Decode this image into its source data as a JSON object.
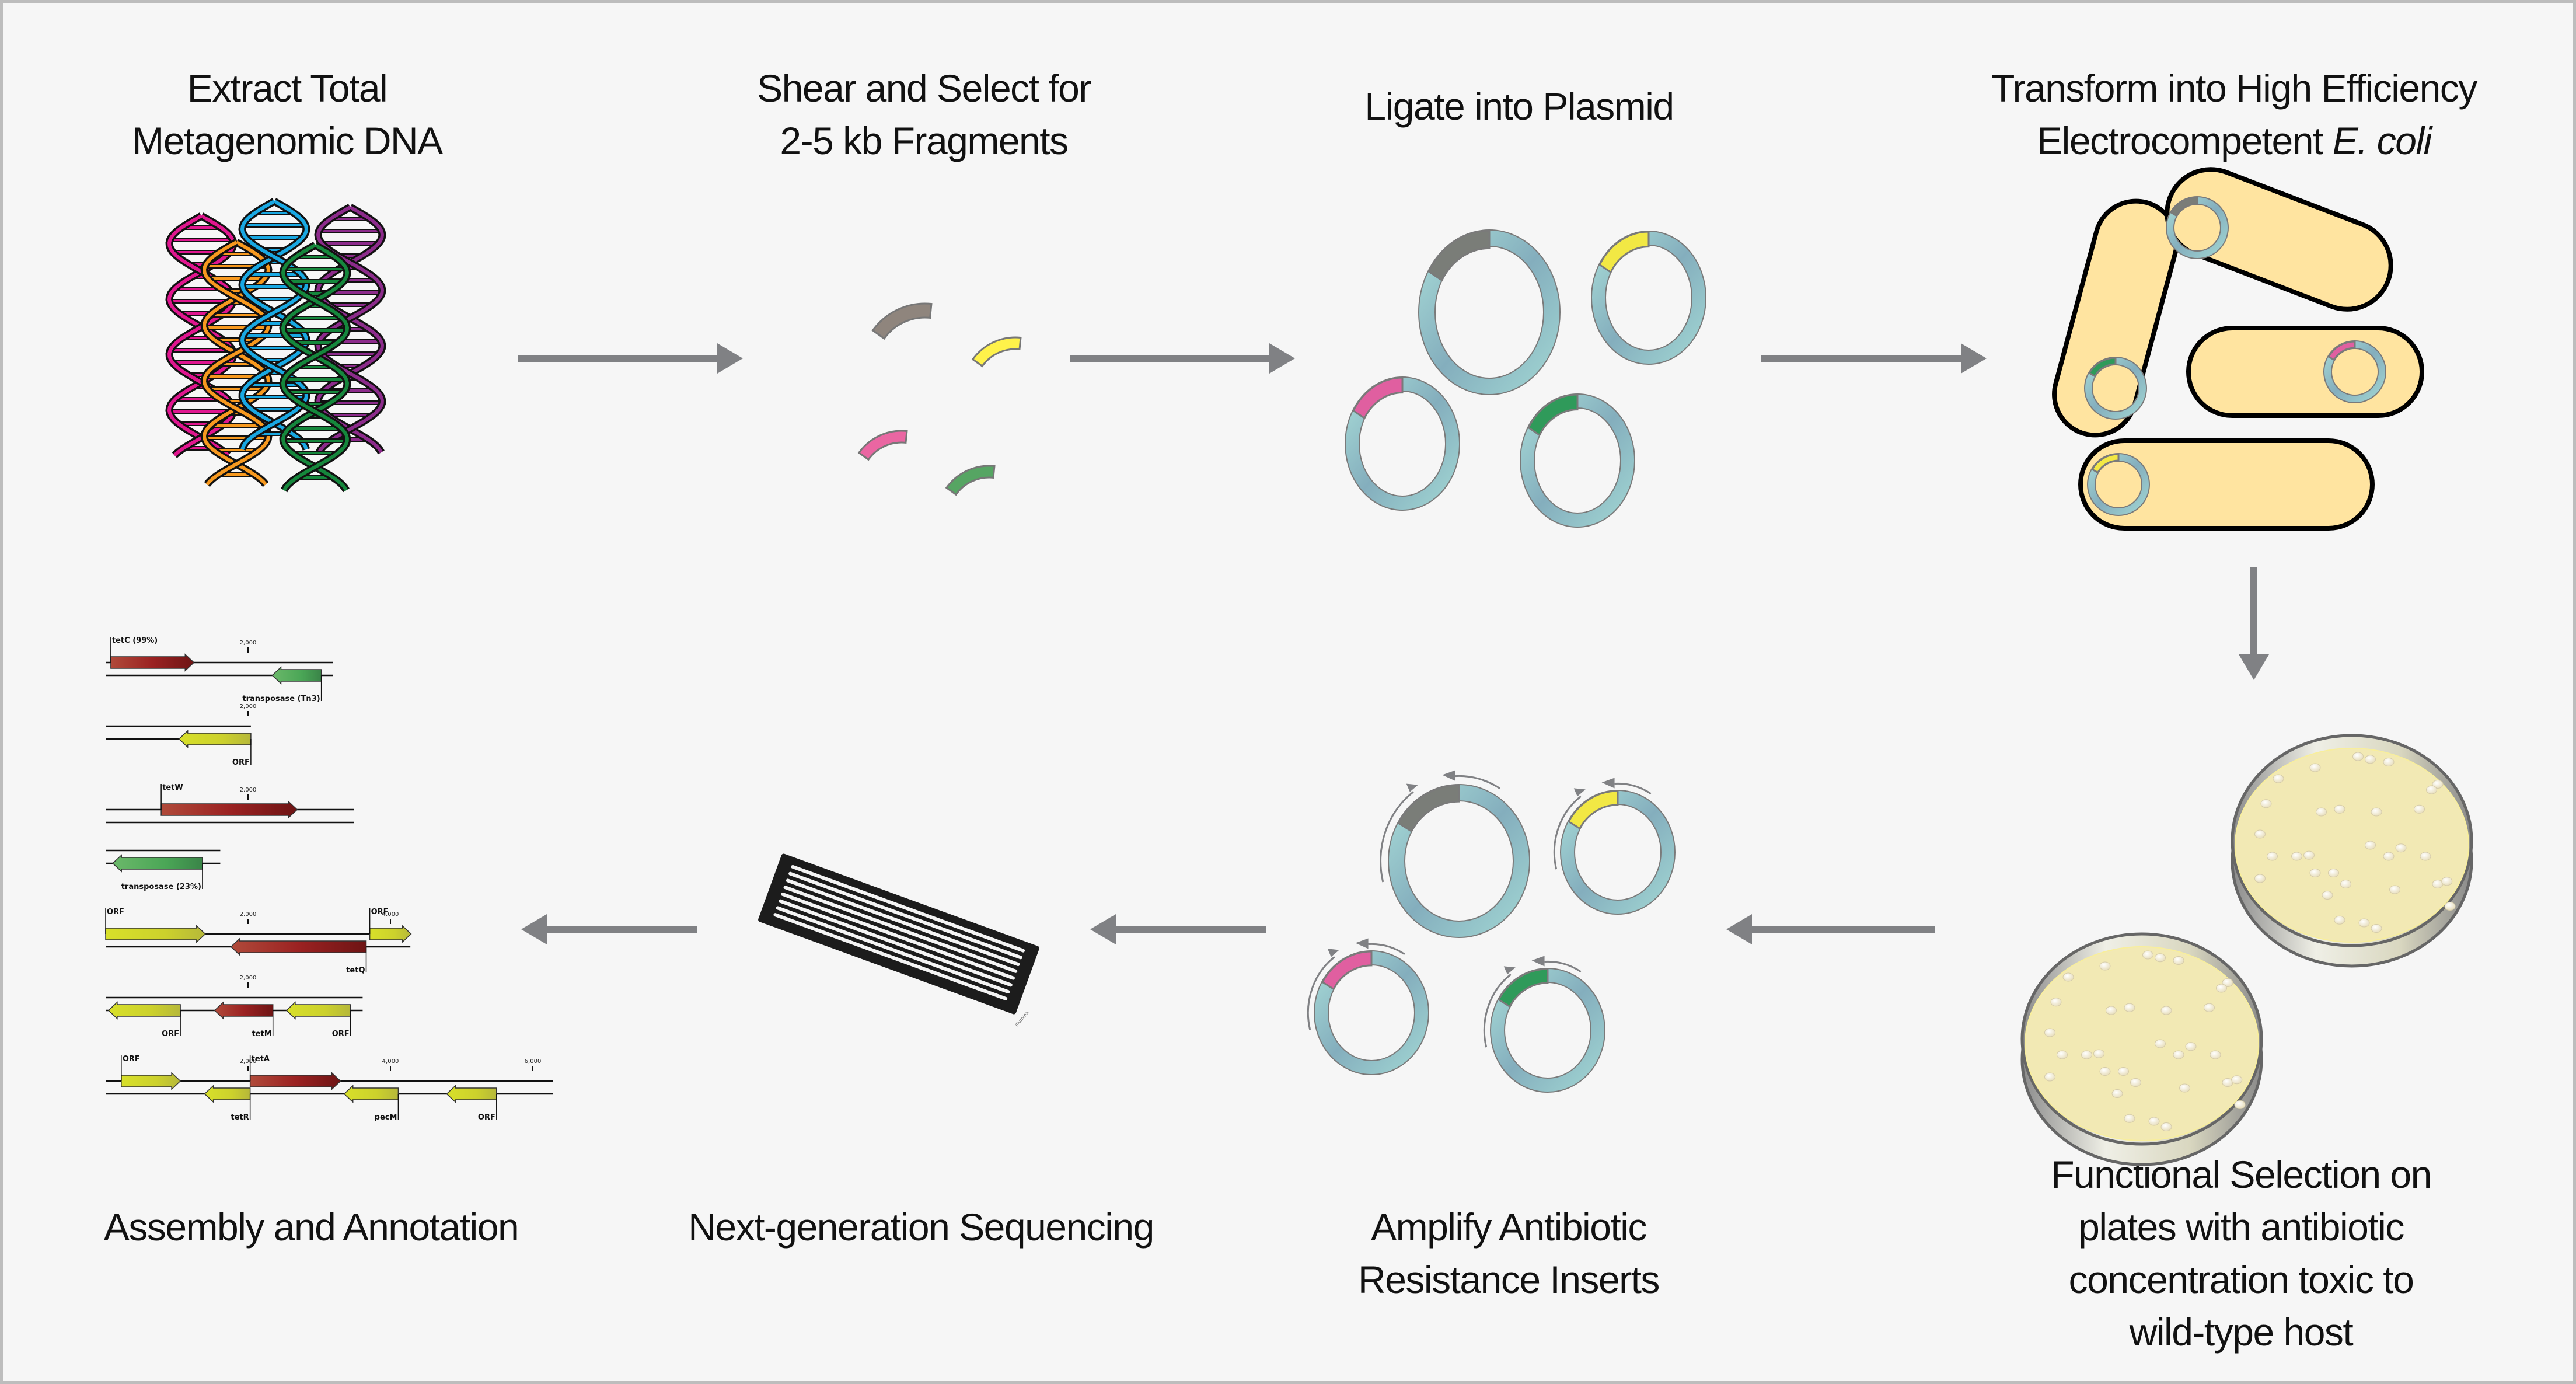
{
  "colors": {
    "background": "#f6f6f6",
    "frame": "#bdbdbd",
    "flow_arrow": "#808184",
    "plasmid_backbone": "#8fc2c8",
    "plasmid_outline": "#7a7a7a",
    "cell_fill": "#ffe4a0",
    "cell_outline": "#000000",
    "agar": "#f2e9b4",
    "colony": "#fbf6e6",
    "gene_resistance": "#9b2222",
    "gene_orf": "#cfd22a",
    "gene_transposase": "#4aa656",
    "chip_body": "#1c1c1c",
    "chip_lane": "#f4f4f4"
  },
  "inserts": [
    {
      "name": "gray",
      "color": "#7a7d78"
    },
    {
      "name": "yellow",
      "color": "#f2e844"
    },
    {
      "name": "pink",
      "color": "#e05fa0"
    },
    {
      "name": "green",
      "color": "#2f9a5a"
    }
  ],
  "fragment_colors": [
    "#8f857d",
    "#fff24a",
    "#ea66a2",
    "#56a563"
  ],
  "dna_strand_colors": [
    "#e0168f",
    "#f7991f",
    "#19a8e2",
    "#15873c",
    "#8c2b8b"
  ],
  "steps": [
    {
      "id": "extract",
      "lines": [
        "Extract Total",
        "Metagenomic DNA"
      ]
    },
    {
      "id": "shear",
      "lines": [
        "Shear and Select for",
        "2-5 kb Fragments"
      ]
    },
    {
      "id": "ligate",
      "lines": [
        "Ligate into Plasmid"
      ]
    },
    {
      "id": "transform",
      "lines": [
        "Transform into High Efficiency",
        "Electrocompetent"
      ],
      "italic_suffix": "E. coli"
    },
    {
      "id": "select",
      "lines": [
        "Functional Selection on",
        "plates with antibiotic",
        "concentration toxic to",
        "wild-type host"
      ]
    },
    {
      "id": "amplify",
      "lines": [
        "Amplify Antibiotic",
        "Resistance Inserts"
      ]
    },
    {
      "id": "sequence",
      "lines": [
        "Next-generation Sequencing"
      ]
    },
    {
      "id": "assemble",
      "lines": [
        "Assembly and Annotation"
      ]
    }
  ],
  "annotation": {
    "tick_format": "comma",
    "tracks": [
      {
        "length_bp": 3190,
        "ticks": [
          2000
        ],
        "genes": [
          {
            "label": "tetC (99%)",
            "type": "resistance",
            "strand": "+",
            "start": 73,
            "end": 1240,
            "label_pos": "above-start"
          },
          {
            "label": "transposase (Tn3)",
            "type": "transposase",
            "strand": "-",
            "start": 2340,
            "end": 3030,
            "label_pos": "below-end"
          }
        ]
      },
      {
        "length_bp": 2040,
        "ticks": [
          2000
        ],
        "genes": [
          {
            "label": "ORF",
            "type": "orf",
            "strand": "-",
            "start": 1030,
            "end": 2040,
            "label_pos": "below-end"
          }
        ]
      },
      {
        "length_bp": 3490,
        "ticks": [
          2000
        ],
        "genes": [
          {
            "label": "tetW",
            "type": "resistance",
            "strand": "+",
            "start": 780,
            "end": 2690,
            "label_pos": "above-start"
          }
        ]
      },
      {
        "length_bp": 1610,
        "ticks": [],
        "genes": [
          {
            "label": "transposase (23%)",
            "type": "transposase",
            "strand": "-",
            "start": 100,
            "end": 1360,
            "label_pos": "below-end"
          }
        ]
      },
      {
        "length_bp": 4280,
        "ticks": [
          2000,
          4000
        ],
        "genes": [
          {
            "label": "ORF",
            "type": "orf",
            "strand": "+",
            "start": 0,
            "end": 1400,
            "label_pos": "above-start"
          },
          {
            "label": "ORF",
            "type": "orf",
            "strand": "+",
            "start": 3710,
            "end": 4290,
            "label_pos": "above-start"
          },
          {
            "label": "tetQ",
            "type": "resistance",
            "strand": "-",
            "start": 1760,
            "end": 3660,
            "label_pos": "below-end"
          }
        ]
      },
      {
        "length_bp": 3610,
        "ticks": [
          2000
        ],
        "genes": [
          {
            "label": "ORF",
            "type": "orf",
            "strand": "-",
            "start": 40,
            "end": 1050,
            "label_pos": "below-end"
          },
          {
            "label": "tetM",
            "type": "resistance",
            "strand": "-",
            "start": 1530,
            "end": 2350,
            "label_pos": "below-end"
          },
          {
            "label": "ORF",
            "type": "orf",
            "strand": "-",
            "start": 2540,
            "end": 3440,
            "label_pos": "below-end"
          }
        ]
      },
      {
        "length_bp": 6280,
        "ticks": [
          2000,
          4000,
          6000
        ],
        "genes": [
          {
            "label": "ORF",
            "type": "orf",
            "strand": "+",
            "start": 220,
            "end": 1050,
            "label_pos": "above-start"
          },
          {
            "label": "tetA",
            "type": "resistance",
            "strand": "+",
            "start": 2030,
            "end": 3300,
            "label_pos": "above-start"
          },
          {
            "label": "tetR",
            "type": "orf",
            "strand": "-",
            "start": 1390,
            "end": 2030,
            "label_pos": "below-end"
          },
          {
            "label": "pecM",
            "type": "orf",
            "strand": "-",
            "start": 3350,
            "end": 4110,
            "label_pos": "below-end"
          },
          {
            "label": "ORF",
            "type": "orf",
            "strand": "-",
            "start": 4790,
            "end": 5490,
            "label_pos": "below-end"
          }
        ]
      }
    ]
  },
  "chip": {
    "lanes": 8,
    "brand_text": "illumina"
  },
  "flow": {
    "arrows": [
      {
        "from": "extract",
        "to": "shear",
        "direction": "right"
      },
      {
        "from": "shear",
        "to": "ligate",
        "direction": "right"
      },
      {
        "from": "ligate",
        "to": "transform",
        "direction": "right"
      },
      {
        "from": "transform",
        "to": "select",
        "direction": "down"
      },
      {
        "from": "select",
        "to": "amplify",
        "direction": "left"
      },
      {
        "from": "amplify",
        "to": "sequence",
        "direction": "left"
      },
      {
        "from": "sequence",
        "to": "assemble",
        "direction": "left"
      }
    ]
  }
}
